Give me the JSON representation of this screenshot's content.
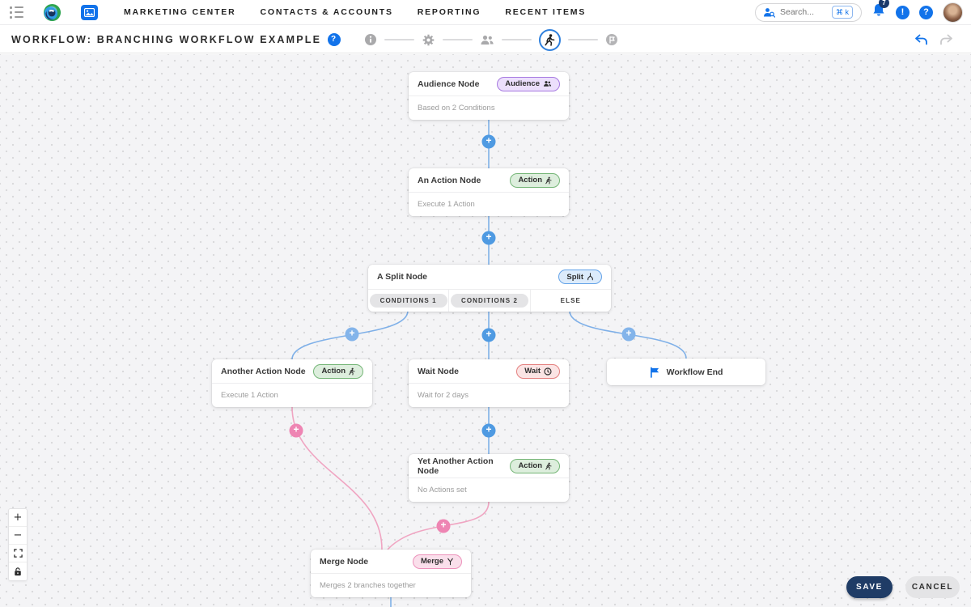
{
  "nav": {
    "items": [
      {
        "label": "MARKETING CENTER"
      },
      {
        "label": "CONTACTS & ACCOUNTS"
      },
      {
        "label": "REPORTING"
      },
      {
        "label": "RECENT ITEMS"
      }
    ],
    "search": {
      "placeholder": "Search...",
      "shortcut": "⌘ k"
    },
    "notifications_count": "7",
    "alert_glyph": "!",
    "help_glyph": "?"
  },
  "header": {
    "title": "WORKFLOW: BRANCHING WORKFLOW EXAMPLE",
    "help_glyph": "?",
    "steps": [
      "info",
      "settings",
      "audience",
      "run",
      "finish"
    ],
    "active_step": "run"
  },
  "canvas": {
    "nodes": {
      "audience": {
        "title": "Audience Node",
        "badge": "Audience",
        "body": "Based on 2 Conditions"
      },
      "action1": {
        "title": "An Action Node",
        "badge": "Action",
        "body": "Execute 1 Action"
      },
      "split": {
        "title": "A Split Node",
        "badge": "Split",
        "branches": [
          "CONDITIONS 1",
          "CONDITIONS 2",
          "ELSE"
        ]
      },
      "action2": {
        "title": "Another Action Node",
        "badge": "Action",
        "body": "Execute 1 Action"
      },
      "wait": {
        "title": "Wait Node",
        "badge": "Wait",
        "body": "Wait for 2 days"
      },
      "end": {
        "label": "Workflow End"
      },
      "action3": {
        "title": "Yet Another Action Node",
        "badge": "Action",
        "body": "No Actions set"
      },
      "merge": {
        "title": "Merge Node",
        "badge": "Merge",
        "body": "Merges 2 branches together"
      }
    },
    "plus_glyph": "+"
  },
  "controls": {
    "zoom_in": "+",
    "zoom_out": "−"
  },
  "footer": {
    "save_label": "SAVE",
    "cancel_label": "CANCEL"
  },
  "colors": {
    "accent_blue": "#1273ea",
    "connector_blue": "#7fb0e8",
    "connector_pink": "#f0a5c2",
    "save_navy": "#1f3c66",
    "audience_purple": "#a678e0",
    "action_green": "#74b576",
    "split_blue": "#64a3e8",
    "wait_red": "#e4807f",
    "merge_pink": "#ec92bb",
    "canvas_bg": "#f4f4f6"
  }
}
